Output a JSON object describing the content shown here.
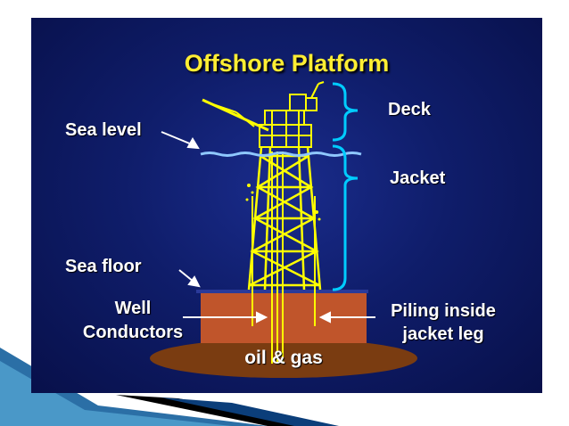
{
  "title": "Offshore Platform",
  "labels": {
    "deck": "Deck",
    "jacket": "Jacket",
    "sea_level": "Sea level",
    "sea_floor": "Sea floor",
    "well_conductors_line1": "Well",
    "well_conductors_line2": "Conductors",
    "piling_line1": "Piling inside",
    "piling_line2": "jacket leg",
    "oil_gas": "oil & gas"
  },
  "colors": {
    "background": "#0f1d6a",
    "title": "#ffee33",
    "structure": "#ffff00",
    "bracket": "#00ccff",
    "seabed": "#c0552b",
    "reservoir": "#7a3c11",
    "text": "#ffffff"
  }
}
